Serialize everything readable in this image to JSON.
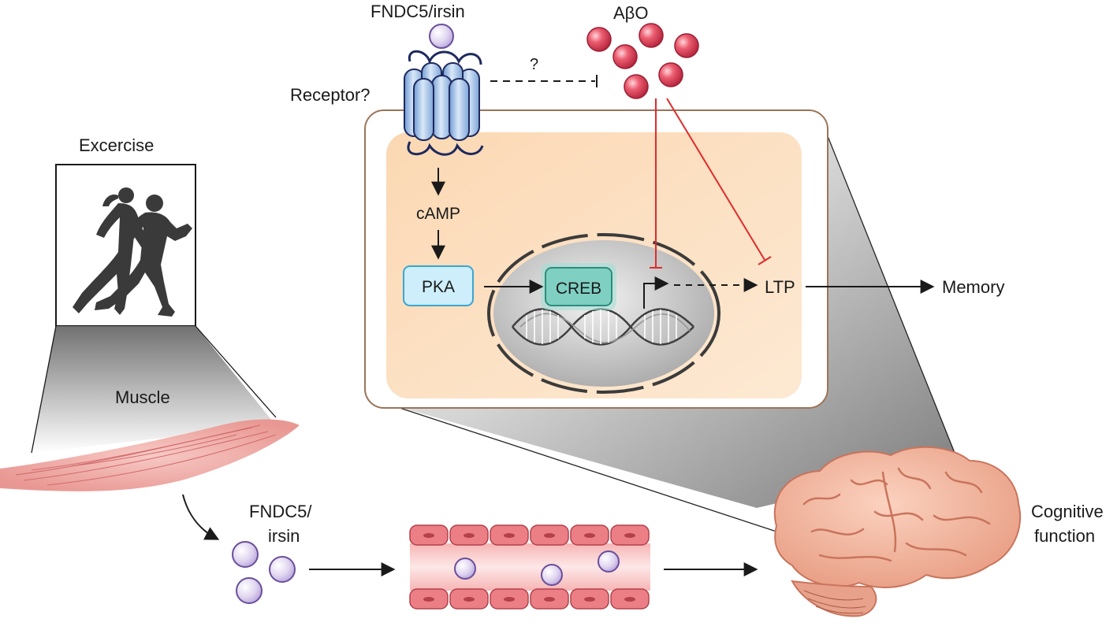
{
  "labels": {
    "fndc5_top": "FNDC5/irsin",
    "abo": "AβO",
    "question": "?",
    "receptor": "Receptor?",
    "excercise": "Excercise",
    "muscle": "Muscle",
    "camp": "cAMP",
    "pka": "PKA",
    "creb": "CREB",
    "ltp": "LTP",
    "memory": "Memory",
    "fndc5_line1": "FNDC5/",
    "fndc5_line2": "irsin",
    "cognitive_line1": "Cognitive",
    "cognitive_line2": "function"
  },
  "colors": {
    "irisin_fill": "#d9cdec",
    "irisin_stroke": "#6a4f9a",
    "abo_fill": "#e04a5e",
    "inhibit_red": "#e02b2b",
    "cell_border": "#9c7459",
    "cytoplasm": "#fbe1c4",
    "nucleus": "#c8c8c8",
    "pka_fill": "#cdeefa",
    "pka_stroke": "#3aa6d3",
    "creb_fill": "#7fd0c2",
    "creb_stroke": "#2e8c7c",
    "receptor_fill": "#9ec2ea",
    "receptor_stroke": "#1e2a5e",
    "vessel_cell": "#ec7f86",
    "brain": "#f2b39b",
    "muscle": "#f3b7b3",
    "silhouette": "#3a3a3a"
  },
  "icons": [
    "receptor-icon",
    "irisin-icon",
    "abo-icon",
    "runners-icon",
    "muscle-icon",
    "blood-vessel-icon",
    "brain-icon",
    "dna-icon"
  ]
}
